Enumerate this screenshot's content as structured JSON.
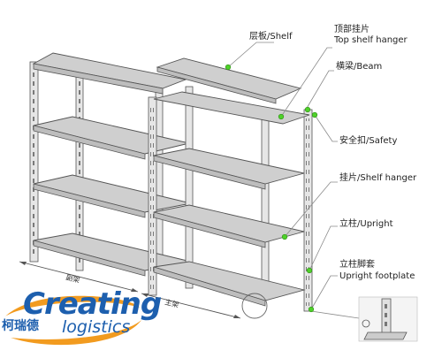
{
  "labels": {
    "shelf": "层板/Shelf",
    "top_hanger_cn": "顶部挂片",
    "top_hanger_en": "Top shelf hanger",
    "beam": "横梁/Beam",
    "safety": "安全扣/Safety",
    "shelf_hanger": "挂片/Shelf hanger",
    "upright": "立柱/Upright",
    "footplate_cn": "立柱脚套",
    "footplate_en": "Upright footplate"
  },
  "dimensions": {
    "secondary": "副架",
    "main": "主架"
  },
  "brand": {
    "name": "Creating",
    "chinese": "柯瑞德",
    "sub": "logistics"
  },
  "colors": {
    "brand_blue": "#1d5fae",
    "brand_orange": "#f29b1f",
    "callout_green": "#4fd12a"
  },
  "icons": {
    "callout": "green-dot-icon",
    "detail": "footplate-detail-icon"
  }
}
